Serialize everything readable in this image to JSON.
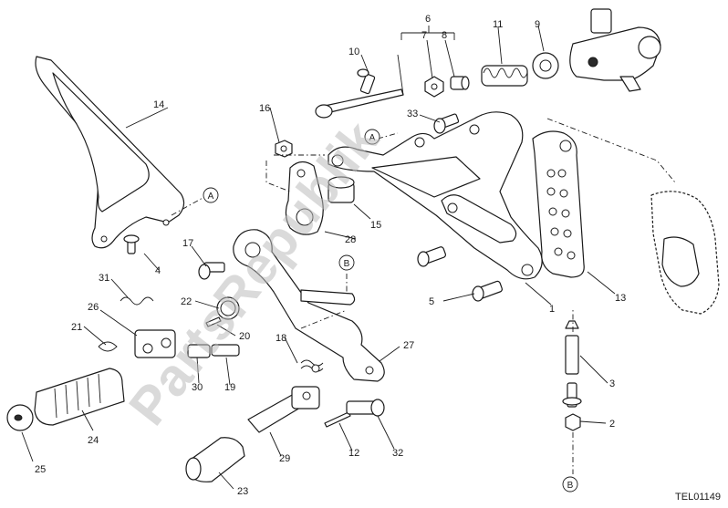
{
  "drawing_code": "TEL01149",
  "watermark": "PartsRepublik",
  "callouts": [
    "1",
    "2",
    "3",
    "4",
    "5",
    "6",
    "7",
    "8",
    "9",
    "10",
    "11",
    "12",
    "13",
    "14",
    "15",
    "16",
    "17",
    "18",
    "19",
    "20",
    "21",
    "22",
    "23",
    "24",
    "25",
    "26",
    "27",
    "28",
    "29",
    "30",
    "31",
    "32",
    "33"
  ],
  "refs": {
    "a": "A",
    "b": "B"
  }
}
